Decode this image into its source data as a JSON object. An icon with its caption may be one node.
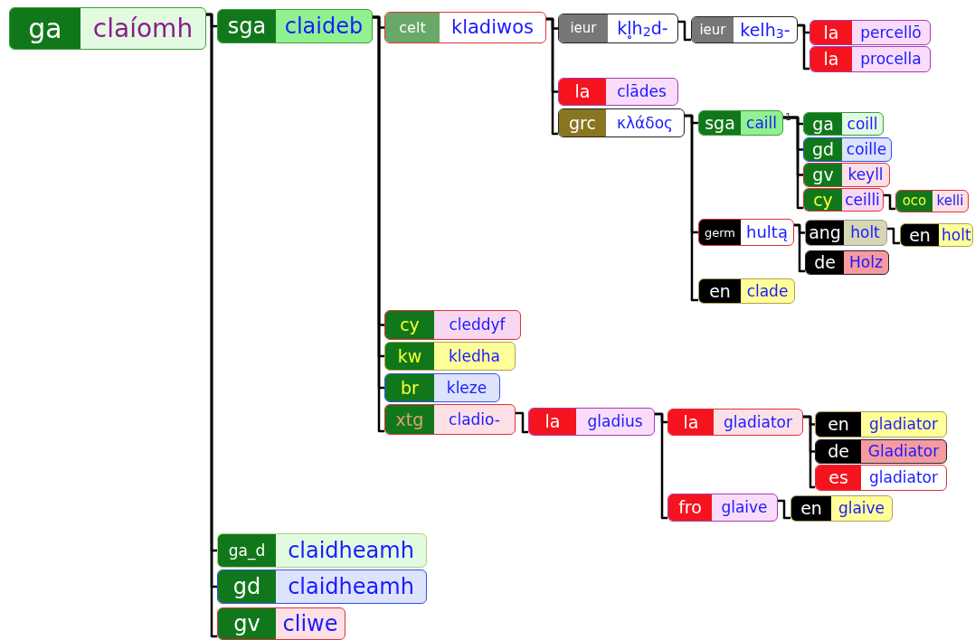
{
  "diagram": {
    "nodes": [
      {
        "text": [
          "ga",
          "claíomh"
        ]
      },
      {
        "text": [
          "sga",
          "claideb"
        ]
      },
      {
        "text": [
          "celt",
          "kladiwos"
        ]
      },
      {
        "text": [
          "ieur",
          "kl̥h$_{2}$d-"
        ]
      },
      {
        "text": [
          "ieur",
          "kelh$_{3}$-"
        ]
      },
      {
        "text": [
          "la",
          "percellō"
        ]
      },
      {
        "text": [
          "la",
          "procella"
        ]
      },
      {
        "text": [
          "la",
          "clādes"
        ]
      },
      {
        "text": [
          "grc",
          "κλάδος"
        ]
      },
      {
        "text": [
          "sga",
          "caill"
        ],
        "beside": [
          "1"
        ]
      },
      {
        "text": [
          "ga",
          "coill"
        ]
      },
      {
        "text": [
          "gd",
          "coille"
        ]
      },
      {
        "text": [
          "gv",
          "keyll"
        ]
      },
      {
        "text": [
          "cy",
          "ceilli"
        ]
      },
      {
        "text": [
          "oco",
          "kelli"
        ]
      },
      {
        "text": [
          "germ",
          "hultą"
        ]
      },
      {
        "text": [
          "ang",
          "holt"
        ]
      },
      {
        "text": [
          "en",
          "holt"
        ]
      },
      {
        "text": [
          "de",
          "Holz"
        ]
      },
      {
        "text": [
          "en",
          "clade"
        ]
      },
      {
        "text": [
          "cy",
          "cleddyf"
        ]
      },
      {
        "text": [
          "kw",
          "kledha"
        ]
      },
      {
        "text": [
          "br",
          "kleze"
        ]
      },
      {
        "text": [
          "xtg",
          "cladio-"
        ]
      },
      {
        "text": [
          "la",
          "gladius"
        ]
      },
      {
        "text": [
          "la",
          "gladiator"
        ]
      },
      {
        "text": [
          "en",
          "gladiator"
        ]
      },
      {
        "text": [
          "de",
          "Gladiator"
        ]
      },
      {
        "text": [
          "es",
          "gladiator"
        ]
      },
      {
        "text": [
          "fro",
          "glaive"
        ]
      },
      {
        "text": [
          "en",
          "glaive"
        ]
      },
      {
        "text": [
          "ga_d",
          "claidheamh"
        ]
      },
      {
        "text": [
          "gd",
          "claidheamh"
        ]
      },
      {
        "text": [
          "gv",
          "cliwe"
        ]
      }
    ],
    "edges": [
      {
        "from": 0,
        "to": 1,
        "arrow": "none"
      },
      {
        "from": 0,
        "to": 31,
        "arrow": "none"
      },
      {
        "from": 0,
        "to": 32,
        "arrow": "none"
      },
      {
        "from": 0,
        "to": 33,
        "arrow": "none"
      },
      {
        "from": 1,
        "to": 2,
        "arrow": "none"
      },
      {
        "from": 1,
        "to": 20,
        "arrow": "none"
      },
      {
        "from": 1,
        "to": 21,
        "arrow": "none"
      },
      {
        "from": 1,
        "to": 22,
        "arrow": "none"
      },
      {
        "from": 1,
        "to": 23,
        "arrow": "none"
      },
      {
        "from": 2,
        "to": 3,
        "arrow": "none"
      },
      {
        "from": 2,
        "to": 7,
        "arrow": "none"
      },
      {
        "from": 2,
        "to": 8,
        "arrow": "none"
      },
      {
        "from": 3,
        "to": 4,
        "arrow": "none"
      },
      {
        "from": 4,
        "to": 5,
        "arrow": "none"
      },
      {
        "from": 4,
        "to": 6,
        "arrow": "none"
      },
      {
        "from": 8,
        "to": 9,
        "arrow": "none"
      },
      {
        "from": 8,
        "to": 15,
        "arrow": "none"
      },
      {
        "from": 8,
        "to": 19,
        "arrow": "none"
      },
      {
        "from": 9,
        "to": 10,
        "arrow": "none"
      },
      {
        "from": 9,
        "to": 11,
        "arrow": "none"
      },
      {
        "from": 9,
        "to": 12,
        "arrow": "none"
      },
      {
        "from": 9,
        "to": 13,
        "arrow": "none"
      },
      {
        "from": 13,
        "to": 14,
        "arrow": "none"
      },
      {
        "from": 15,
        "to": 16,
        "arrow": "none"
      },
      {
        "from": 15,
        "to": 18,
        "arrow": "none"
      },
      {
        "from": 16,
        "to": 17,
        "arrow": "none"
      },
      {
        "from": 23,
        "to": 24,
        "arrow": "none"
      },
      {
        "from": 24,
        "to": 25,
        "arrow": "none"
      },
      {
        "from": 24,
        "to": 29,
        "arrow": "none"
      },
      {
        "from": 25,
        "to": 26,
        "arrow": "none"
      },
      {
        "from": 25,
        "to": 27,
        "arrow": "none"
      },
      {
        "from": 25,
        "to": 28,
        "arrow": "none"
      },
      {
        "from": 29,
        "to": 30,
        "arrow": "none"
      }
    ]
  }
}
